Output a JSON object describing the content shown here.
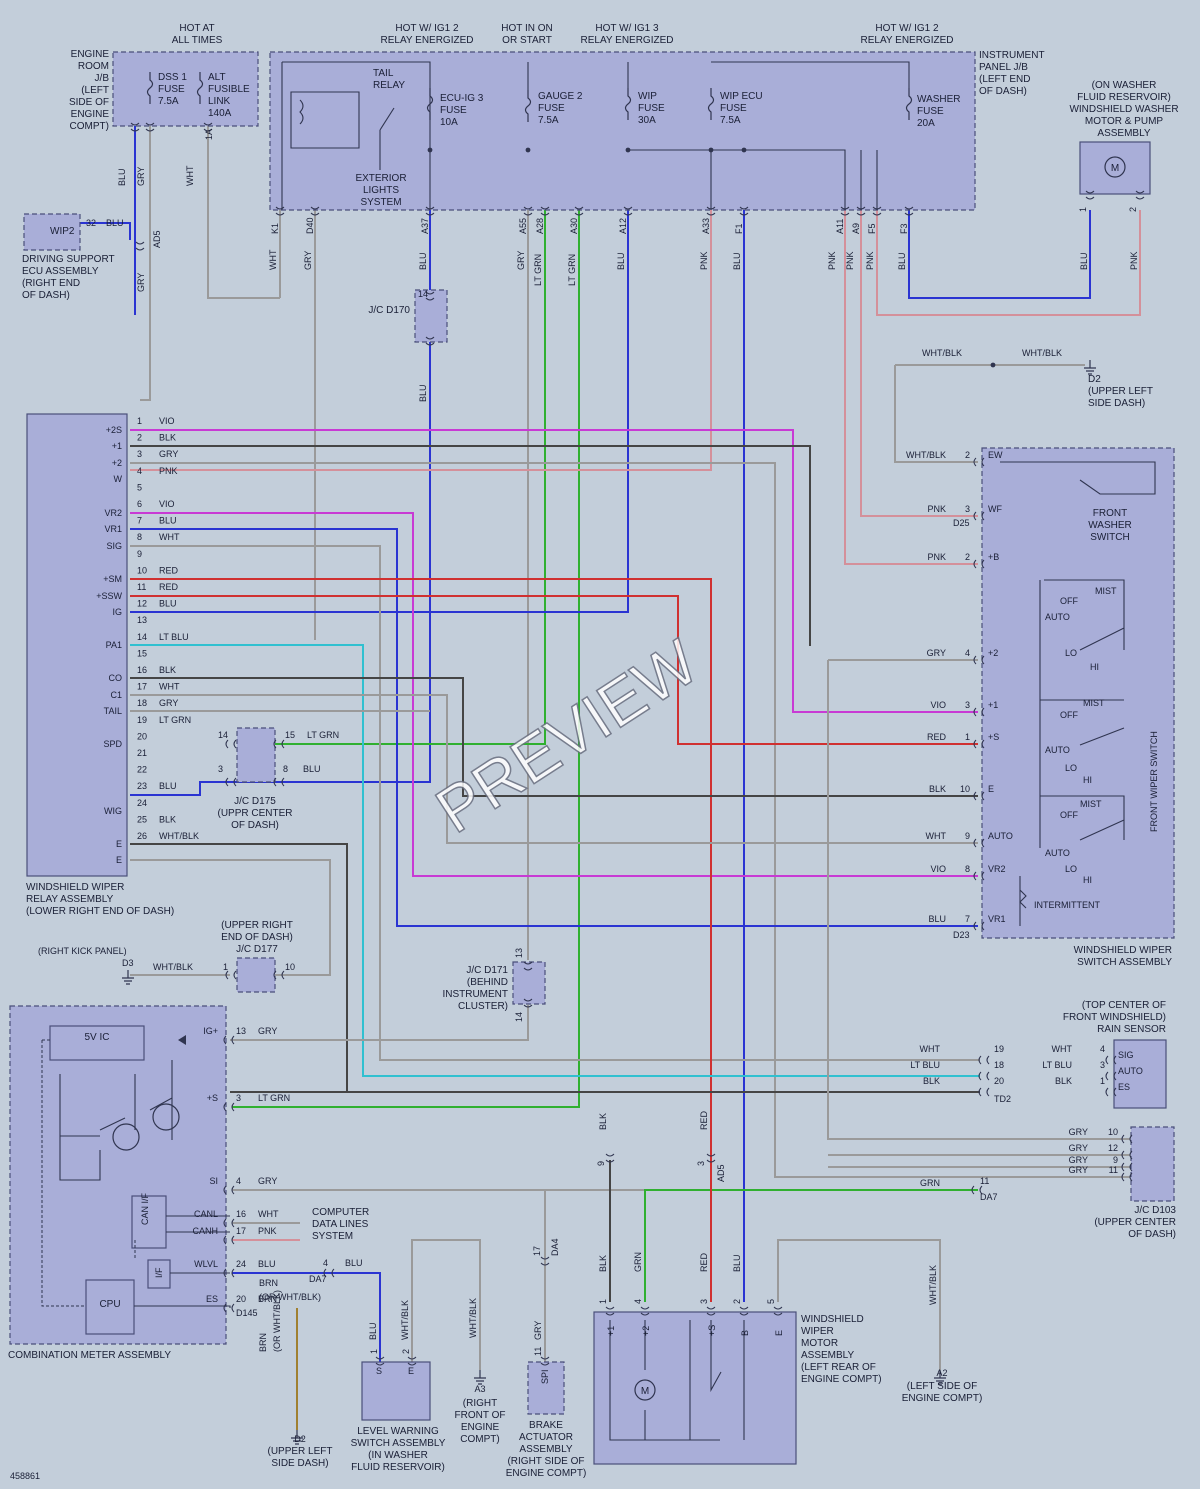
{
  "colors": {
    "background": "#c3ceda",
    "component": "#a9aed8",
    "wire_gry": "#9a9a9a",
    "wire_blk": "#454545",
    "wire_blu": "#2a34d2",
    "wire_vio": "#c83ad4",
    "wire_pnk": "#d4909a",
    "wire_red": "#d03030",
    "wire_grn": "#30b030",
    "wire_ltblu": "#30c0d0",
    "wire_brn": "#a08030"
  },
  "header": {
    "hot_at_all_times": [
      "HOT AT",
      "ALL TIMES"
    ],
    "hot_ig12_a": [
      "HOT W/ IG1 2",
      "RELAY ENERGIZED"
    ],
    "hot_in_on": [
      "HOT IN ON",
      "OR START"
    ],
    "hot_ig13": [
      "HOT W/ IG1 3",
      "RELAY ENERGIZED"
    ],
    "hot_ig12_b": [
      "HOT W/ IG1 2",
      "RELAY ENERGIZED"
    ]
  },
  "engine_room_jb": {
    "label": [
      "ENGINE",
      "ROOM",
      "J/B",
      "(LEFT",
      "SIDE OF",
      "ENGINE",
      "COMPT)"
    ],
    "dss1": [
      "DSS 1",
      "FUSE",
      "7.5A"
    ],
    "alt": [
      "ALT",
      "FUSIBLE",
      "LINK",
      "140A"
    ],
    "pin_1a": "1A"
  },
  "instrument_panel_jb": {
    "label": [
      "INSTRUMENT",
      "PANEL J/B",
      "(LEFT END",
      "OF DASH)"
    ],
    "tail_relay": [
      "TAIL",
      "RELAY"
    ],
    "exterior": [
      "EXTERIOR",
      "LIGHTS",
      "SYSTEM"
    ],
    "ecu_ig3": [
      "ECU-IG 3",
      "FUSE",
      "10A"
    ],
    "gauge2": [
      "GAUGE 2",
      "FUSE",
      "7.5A"
    ],
    "wip": [
      "WIP",
      "FUSE",
      "30A"
    ],
    "wip_ecu": [
      "WIP ECU",
      "FUSE",
      "7.5A"
    ],
    "washer": [
      "WASHER",
      "FUSE",
      "20A"
    ],
    "pins": [
      "K1",
      "D40",
      "A37",
      "A55",
      "A28",
      "A30",
      "A12",
      "A33",
      "F1",
      "A11",
      "A9",
      "F5",
      "F3"
    ]
  },
  "washer_motor": {
    "label": [
      "(ON WASHER",
      "FLUID RESERVOIR)",
      "WINDSHIELD WASHER",
      "MOTOR & PUMP",
      "ASSEMBLY"
    ],
    "m": "M",
    "pins": [
      "1",
      "2"
    ]
  },
  "wip2": {
    "name": "WIP2",
    "pin": "32",
    "label": [
      "DRIVING SUPPORT",
      "ECU ASSEMBLY",
      "(RIGHT END",
      "OF DASH)"
    ]
  },
  "wire_colors": {
    "blu": "BLU",
    "gry": "GRY",
    "wht": "WHT",
    "pnk": "PNK",
    "blk": "BLK",
    "vio": "VIO",
    "red": "RED",
    "ltgrn": "LT GRN",
    "ltblu": "LT BLU",
    "grn": "GRN",
    "brn": "BRN",
    "whtblk": "WHT/BLK",
    "brn_or": "(OR WHT/BLK)"
  },
  "connectors": {
    "ad5": "AD5",
    "jc_d170": "J/C D170",
    "d2_upper": [
      "D2",
      "(UPPER LEFT",
      "SIDE DASH)"
    ],
    "d25": "D25",
    "d23": "D23",
    "td2": "TD2",
    "da7": "DA7",
    "da4": "DA4",
    "d145": "D145"
  },
  "relay": {
    "label": [
      "WINDSHIELD WIPER",
      "RELAY ASSEMBLY",
      "(LOWER RIGHT END OF DASH)"
    ],
    "terms": [
      "+2S",
      "+1",
      "+2",
      "W",
      "VR2",
      "VR1",
      "SIG",
      "+SM",
      "+SSW",
      "IG",
      "PA1",
      "CO",
      "C1",
      "TAIL",
      "SPD",
      "WIG",
      "E",
      "E"
    ],
    "pin_colors": [
      {
        "pin": "1",
        "color": "VIO"
      },
      {
        "pin": "2",
        "color": "BLK"
      },
      {
        "pin": "3",
        "color": "GRY"
      },
      {
        "pin": "4",
        "color": "PNK"
      },
      {
        "pin": "5",
        "color": ""
      },
      {
        "pin": "6",
        "color": "VIO"
      },
      {
        "pin": "7",
        "color": "BLU"
      },
      {
        "pin": "8",
        "color": "WHT"
      },
      {
        "pin": "9",
        "color": ""
      },
      {
        "pin": "10",
        "color": "RED"
      },
      {
        "pin": "11",
        "color": "RED"
      },
      {
        "pin": "12",
        "color": "BLU"
      },
      {
        "pin": "13",
        "color": ""
      },
      {
        "pin": "14",
        "color": "LT BLU"
      },
      {
        "pin": "15",
        "color": ""
      },
      {
        "pin": "16",
        "color": "BLK"
      },
      {
        "pin": "17",
        "color": "WHT"
      },
      {
        "pin": "18",
        "color": "GRY"
      },
      {
        "pin": "19",
        "color": "LT GRN"
      },
      {
        "pin": "20",
        "color": ""
      },
      {
        "pin": "21",
        "color": ""
      },
      {
        "pin": "22",
        "color": ""
      },
      {
        "pin": "23",
        "color": "BLU"
      },
      {
        "pin": "24",
        "color": ""
      },
      {
        "pin": "25",
        "color": "BLK"
      },
      {
        "pin": "26",
        "color": "WHT/BLK"
      }
    ]
  },
  "jc_d175": {
    "label": [
      "J/C D175",
      "(UPPR CENTER",
      "OF DASH)"
    ],
    "pins": [
      "14",
      "15",
      "3",
      "8"
    ]
  },
  "jc_d177": {
    "label": [
      "(UPPER RIGHT",
      "END OF DASH)",
      "J/C D177"
    ],
    "pins": [
      "1",
      "10"
    ]
  },
  "d3": {
    "name": "D3",
    "label": "(RIGHT KICK PANEL)"
  },
  "jc_d171": {
    "label": [
      "J/C D171",
      "(BEHIND",
      "INSTRUMENT",
      "CLUSTER)"
    ],
    "pins": [
      "13",
      "14"
    ]
  },
  "switch": {
    "label": [
      "WINDSHIELD WIPER",
      "SWITCH ASSEMBLY"
    ],
    "front_washer": [
      "FRONT",
      "WASHER",
      "SWITCH"
    ],
    "front_wiper": "FRONT WIPER SWITCH",
    "intermittent": "INTERMITTENT",
    "positions": [
      "MIST",
      "OFF",
      "AUTO",
      "LO",
      "HI"
    ],
    "terms": [
      {
        "term": "EW",
        "pin": "2",
        "color": "WHT/BLK"
      },
      {
        "term": "WF",
        "pin": "3",
        "color": "PNK"
      },
      {
        "term": "+B",
        "pin": "2",
        "color": "PNK"
      },
      {
        "term": "+2",
        "pin": "4",
        "color": "GRY"
      },
      {
        "term": "+1",
        "pin": "3",
        "color": "VIO"
      },
      {
        "term": "+S",
        "pin": "1",
        "color": "RED"
      },
      {
        "term": "E",
        "pin": "10",
        "color": "BLK"
      },
      {
        "term": "AUTO",
        "pin": "9",
        "color": "WHT"
      },
      {
        "term": "VR2",
        "pin": "8",
        "color": "VIO"
      },
      {
        "term": "VR1",
        "pin": "7",
        "color": "BLU"
      }
    ]
  },
  "rain_sensor": {
    "label": [
      "(TOP CENTER OF",
      "FRONT WINDSHIELD)",
      "RAIN SENSOR"
    ],
    "terms": [
      {
        "term": "SIG",
        "pin": "4",
        "color": "WHT",
        "jpin": "19",
        "jcolor": "WHT"
      },
      {
        "term": "AUTO",
        "pin": "3",
        "color": "LT BLU",
        "jpin": "18",
        "jcolor": "LT BLU"
      },
      {
        "term": "ES",
        "pin": "1",
        "color": "BLK",
        "jpin": "20",
        "jcolor": "BLK"
      }
    ]
  },
  "jc_d103": {
    "label": [
      "J/C D103",
      "(UPPER CENTER",
      "OF DASH)"
    ],
    "rows": [
      {
        "color": "GRY",
        "pin": "10"
      },
      {
        "color": "GRY",
        "pin": "12"
      },
      {
        "color": "GRY",
        "pin": "9"
      },
      {
        "color": "GRY",
        "pin": "11"
      }
    ]
  },
  "meter": {
    "label": "COMBINATION METER ASSEMBLY",
    "ic": "5V IC",
    "can": "CAN I/F",
    "if": "I/F",
    "cpu": "CPU",
    "terms": [
      {
        "term": "IG+",
        "pin": "13",
        "color": "GRY"
      },
      {
        "term": "+S",
        "pin": "3",
        "color": "LT GRN"
      },
      {
        "term": "SI",
        "pin": "4",
        "color": "GRY"
      },
      {
        "term": "CANL",
        "pin": "16",
        "color": "WHT"
      },
      {
        "term": "CANH",
        "pin": "17",
        "color": "PNK"
      },
      {
        "term": "WLVL",
        "pin": "24",
        "color": "BLU"
      },
      {
        "term": "ES",
        "pin": "20",
        "color": "BRN"
      }
    ],
    "can_system": [
      "COMPUTER",
      "DATA LINES",
      "SYSTEM"
    ]
  },
  "level_switch": {
    "label": [
      "LEVEL WARNING",
      "SWITCH ASSEMBLY",
      "(IN WASHER",
      "FLUID RESERVOIR)"
    ],
    "pins": [
      "1",
      "2"
    ],
    "terms": [
      "S",
      "E"
    ]
  },
  "a3": {
    "name": "A3",
    "label": [
      "(RIGHT",
      "FRONT OF",
      "ENGINE",
      "COMPT)"
    ]
  },
  "brake": {
    "label": [
      "BRAKE",
      "ACTUATOR",
      "ASSEMBLY",
      "(RIGHT SIDE OF",
      "ENGINE COMPT)"
    ],
    "pin": "11",
    "term": "SPI",
    "jpin": "17"
  },
  "wiper_motor": {
    "label": [
      "WINDSHIELD",
      "WIPER",
      "MOTOR",
      "ASSEMBLY",
      "(LEFT REAR OF",
      "ENGINE COMPT)"
    ],
    "pins": [
      "1",
      "4",
      "3",
      "2",
      "5"
    ],
    "terms": [
      "+1",
      "+2",
      "+S",
      "B",
      "E"
    ],
    "m": "M"
  },
  "a2": {
    "name": "A2",
    "label": [
      "(LEFT SIDE OF",
      "ENGINE COMPT)"
    ]
  },
  "d2_lower": {
    "name": "D2",
    "label": [
      "(UPPER LEFT",
      "SIDE DASH)"
    ]
  },
  "ad5_pins": [
    "9",
    "3"
  ],
  "da7_pin": "4",
  "da7_pin2": "11",
  "diagram_id": "458861",
  "watermark": "PREVIEW"
}
